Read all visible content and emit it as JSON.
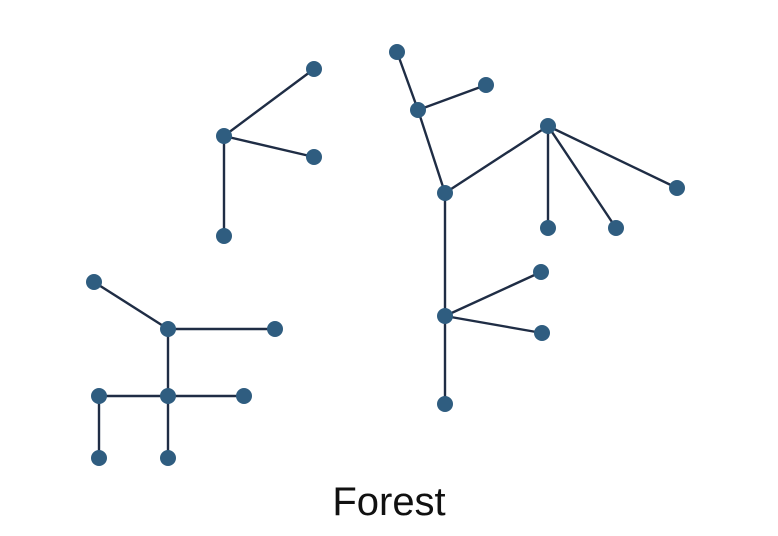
{
  "caption": "Forest",
  "colors": {
    "edge": "#1f2d45",
    "node": "#2f5d80",
    "background": "#ffffff"
  },
  "trees": [
    {
      "name": "tree-a",
      "nodes": [
        "a0",
        "a1",
        "a2",
        "a3"
      ],
      "edges": [
        [
          "a0",
          "a1"
        ],
        [
          "a0",
          "a2"
        ],
        [
          "a0",
          "a3"
        ]
      ]
    },
    {
      "name": "tree-b",
      "nodes": [
        "b0",
        "b1",
        "b2",
        "b3",
        "b4",
        "b5",
        "b6",
        "b7",
        "b8",
        "b9",
        "b10",
        "b11",
        "b12"
      ],
      "edges": [
        [
          "b0",
          "b1"
        ],
        [
          "b1",
          "b2"
        ],
        [
          "b1",
          "b3"
        ],
        [
          "b3",
          "b4"
        ],
        [
          "b4",
          "b5"
        ],
        [
          "b4",
          "b6"
        ],
        [
          "b4",
          "b7"
        ],
        [
          "b3",
          "b8"
        ],
        [
          "b8",
          "b9"
        ],
        [
          "b8",
          "b10"
        ],
        [
          "b8",
          "b11"
        ]
      ]
    },
    {
      "name": "tree-c",
      "nodes": [
        "c0",
        "c1",
        "c2",
        "c3",
        "c4",
        "c5",
        "c6",
        "c7"
      ],
      "edges": [
        [
          "c0",
          "c1"
        ],
        [
          "c1",
          "c2"
        ],
        [
          "c1",
          "c3"
        ],
        [
          "c3",
          "c4"
        ],
        [
          "c3",
          "c5"
        ],
        [
          "c4",
          "c6"
        ],
        [
          "c3",
          "c7"
        ]
      ]
    }
  ]
}
